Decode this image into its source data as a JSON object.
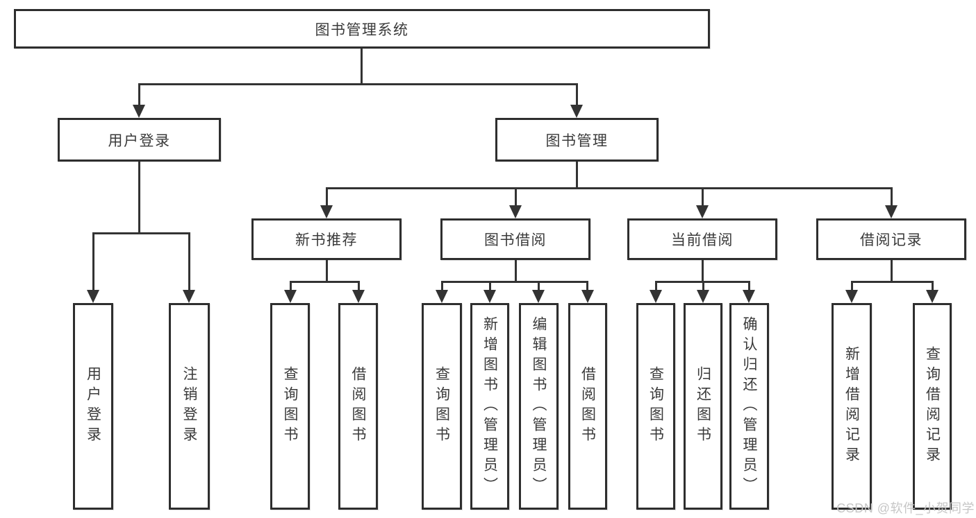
{
  "diagram": {
    "title": "图书管理系统",
    "type": "hierarchy-tree",
    "colors": {
      "background": "#ffffff",
      "border": "#2e2e2e",
      "line": "#333333",
      "text": "#3a3a3a",
      "watermark_text": "#c6c6c6"
    },
    "nodes": {
      "root": "图书管理系统",
      "user_login": "用户登录",
      "book_mgmt": "图书管理",
      "leaf_user_login": "用户登录",
      "leaf_logout": "注销登录",
      "new_book": "新书推荐",
      "borrow": "图书借阅",
      "current": "当前借阅",
      "records": "借阅记录",
      "nb_query": "查询图书",
      "nb_borrow": "借阅图书",
      "bw_query": "查询图书",
      "bw_add": "新增图书（管理员）",
      "bw_edit": "编辑图书（管理员）",
      "bw_borrow": "借阅图书",
      "cu_query": "查询图书",
      "cu_return": "归还图书",
      "cu_confirm": "确认归还（管理员）",
      "rc_add": "新增借阅记录",
      "rc_query": "查询借阅记录"
    },
    "edges": [
      [
        "root",
        "user_login"
      ],
      [
        "root",
        "book_mgmt"
      ],
      [
        "user_login",
        "leaf_user_login"
      ],
      [
        "user_login",
        "leaf_logout"
      ],
      [
        "book_mgmt",
        "new_book"
      ],
      [
        "book_mgmt",
        "borrow"
      ],
      [
        "book_mgmt",
        "current"
      ],
      [
        "book_mgmt",
        "records"
      ],
      [
        "new_book",
        "nb_query"
      ],
      [
        "new_book",
        "nb_borrow"
      ],
      [
        "borrow",
        "bw_query"
      ],
      [
        "borrow",
        "bw_add"
      ],
      [
        "borrow",
        "bw_edit"
      ],
      [
        "borrow",
        "bw_borrow"
      ],
      [
        "current",
        "cu_query"
      ],
      [
        "current",
        "cu_return"
      ],
      [
        "current",
        "cu_confirm"
      ],
      [
        "records",
        "rc_add"
      ],
      [
        "records",
        "rc_query"
      ]
    ],
    "watermark": "CSDN @软件_小贺同学"
  }
}
